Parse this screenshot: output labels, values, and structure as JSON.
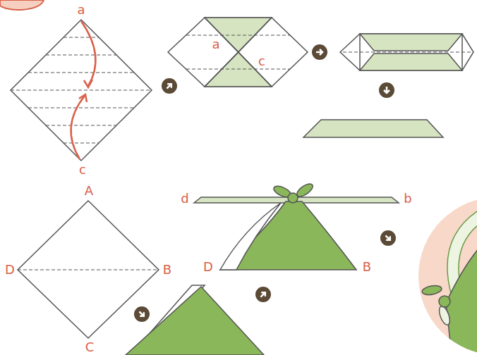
{
  "diagram": {
    "labels": [
      "a",
      "a",
      "c",
      "c",
      "A",
      "d",
      "b",
      "D",
      "B",
      "D",
      "B",
      "C"
    ]
  }
}
